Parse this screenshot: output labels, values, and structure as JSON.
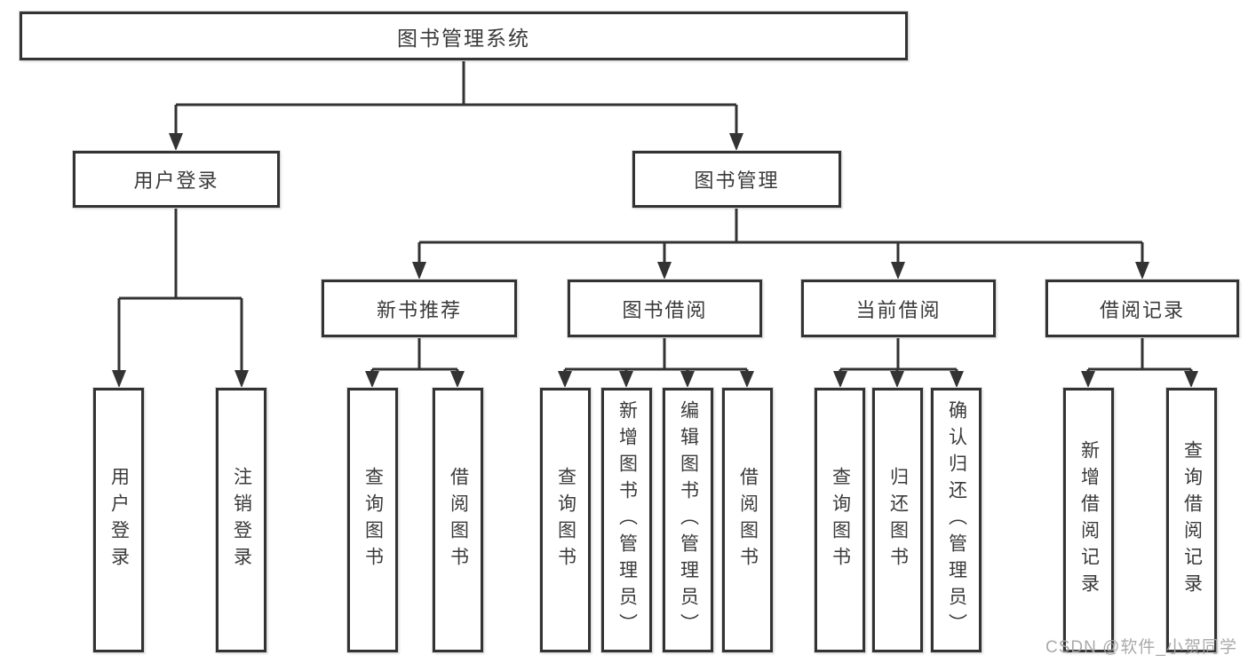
{
  "tree": {
    "root": {
      "label": "图书管理系统"
    },
    "branches": [
      {
        "label": "用户登录",
        "children": [
          "用户登录",
          "注销登录"
        ]
      },
      {
        "label": "图书管理",
        "groups": [
          {
            "label": "新书推荐",
            "children": [
              "查询图书",
              "借阅图书"
            ]
          },
          {
            "label": "图书借阅",
            "children": [
              "查询图书",
              "新增图书（管理员）",
              "编辑图书（管理员）",
              "借阅图书"
            ]
          },
          {
            "label": "当前借阅",
            "children": [
              "查询图书",
              "归还图书",
              "确认归还（管理员）"
            ]
          },
          {
            "label": "借阅记录",
            "children": [
              "新增借阅记录",
              "查询借阅记录"
            ]
          }
        ]
      }
    ]
  },
  "watermark": {
    "text": "CSDN @软件_小贺同学"
  },
  "colors": {
    "line": "#333333",
    "text": "#3a3a3a",
    "box_background": "#ffffff",
    "watermark": "#a8a8a8"
  }
}
